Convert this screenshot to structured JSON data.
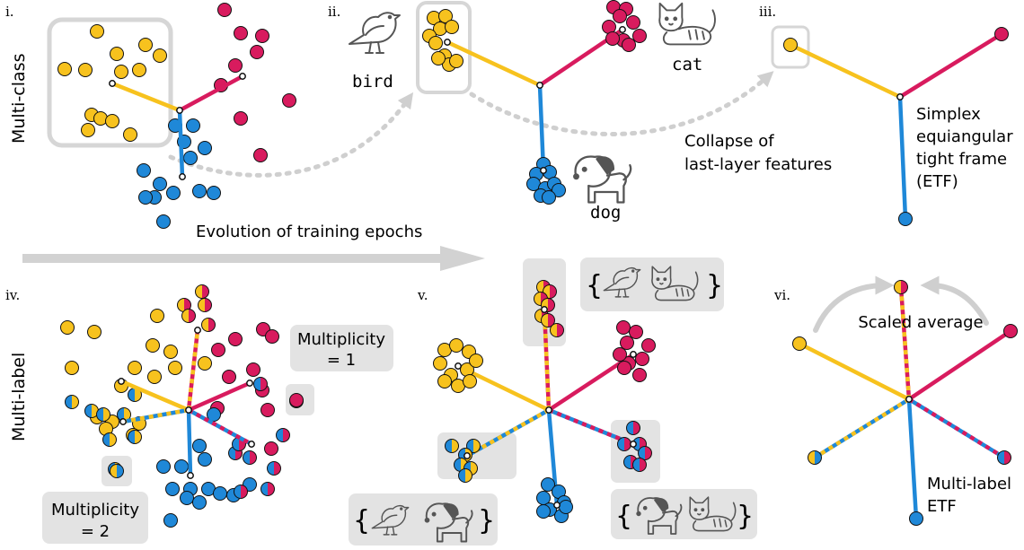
{
  "rows": {
    "top": "Multi-class",
    "bottom": "Multi-label"
  },
  "panels": {
    "p1": "i.",
    "p2": "ii.",
    "p3": "iii.",
    "p4": "iv.",
    "p5": "v.",
    "p6": "vi."
  },
  "labels": {
    "evolution": "Evolution of training epochs",
    "bird": "bird",
    "cat": "cat",
    "dog": "dog",
    "collapse_1": "Collapse of",
    "collapse_2": "last-layer features",
    "etf_1": "Simplex",
    "etf_2": "equiangular",
    "etf_3": "tight frame",
    "etf_4": "(ETF)",
    "mult1_1": "Multiplicity",
    "mult1_2": "= 1",
    "mult2_1": "Multiplicity",
    "mult2_2": "= 2",
    "scaled_average": "Scaled average",
    "ml_etf_1": "Multi-label",
    "ml_etf_2": "ETF"
  },
  "icons": [
    "bird-icon",
    "cat-icon",
    "dog-icon"
  ],
  "colors": {
    "yellow": "#f7c21e",
    "magenta": "#d81b5e",
    "blue": "#1f88d8",
    "gray": "#cfcfcf",
    "outline": "#111111",
    "box": "#e3e3e3"
  }
}
